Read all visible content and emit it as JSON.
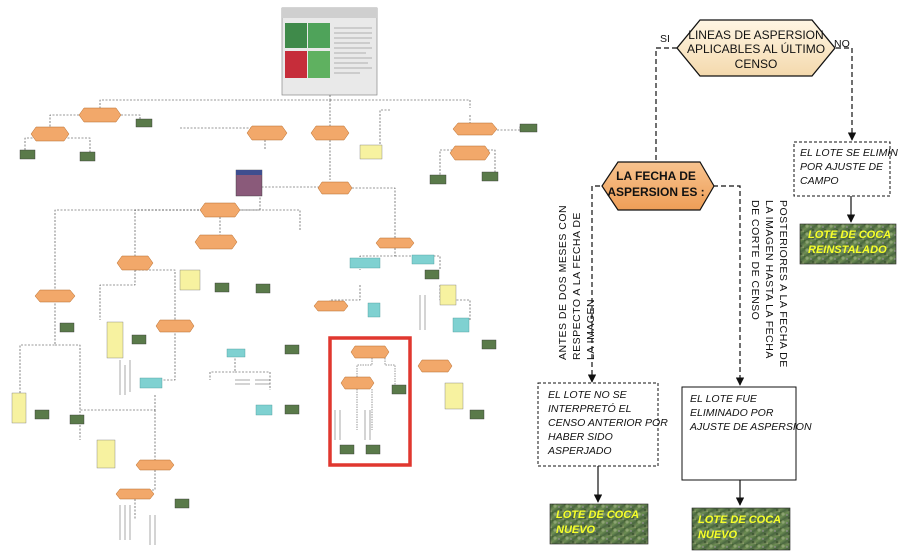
{
  "root": {
    "lines": [
      "LINEAS DE ASPERSION",
      "APLICABLES AL ÚLTIMO",
      "CENSO"
    ],
    "yes_label": "SI",
    "no_label": "NO"
  },
  "question": {
    "lines": [
      "LA FECHA DE",
      "ASPERSION ES :"
    ]
  },
  "branches": {
    "before": [
      "ANTES DE DOS MESES CON",
      "RESPECTO A LA FECHA DE",
      "LA IMAGEN"
    ],
    "after": [
      "POSTERIORES A LA FECHA DE",
      "LA IMAGEN HASTA LA FECHA",
      "DE CORTE DE CENSO"
    ]
  },
  "outcomes": {
    "left": [
      "EL LOTE NO SE",
      "INTERPRETÓ EL",
      "CENSO ANTERIOR POR",
      "HABER SIDO",
      "ASPERJADO"
    ],
    "middle": [
      "EL LOTE FUE",
      "ELIMINADO POR",
      "AJUSTE DE ASPERSION"
    ],
    "right": [
      "EL LOTE SE ELIMINO",
      "POR AJUSTE DE",
      "CAMPO"
    ]
  },
  "results": {
    "left": [
      "LOTE DE COCA",
      "NUEVO"
    ],
    "middle": [
      "LOTE DE COCA",
      "NUEVO"
    ],
    "right": [
      "LOTE DE COCA",
      "REINSTALADO"
    ]
  },
  "overview": {
    "highlight_color": "#e0372f",
    "hex_color": "#f2a86a",
    "note_color": "#f7f2a0",
    "teal_color": "#7fd1d1"
  }
}
